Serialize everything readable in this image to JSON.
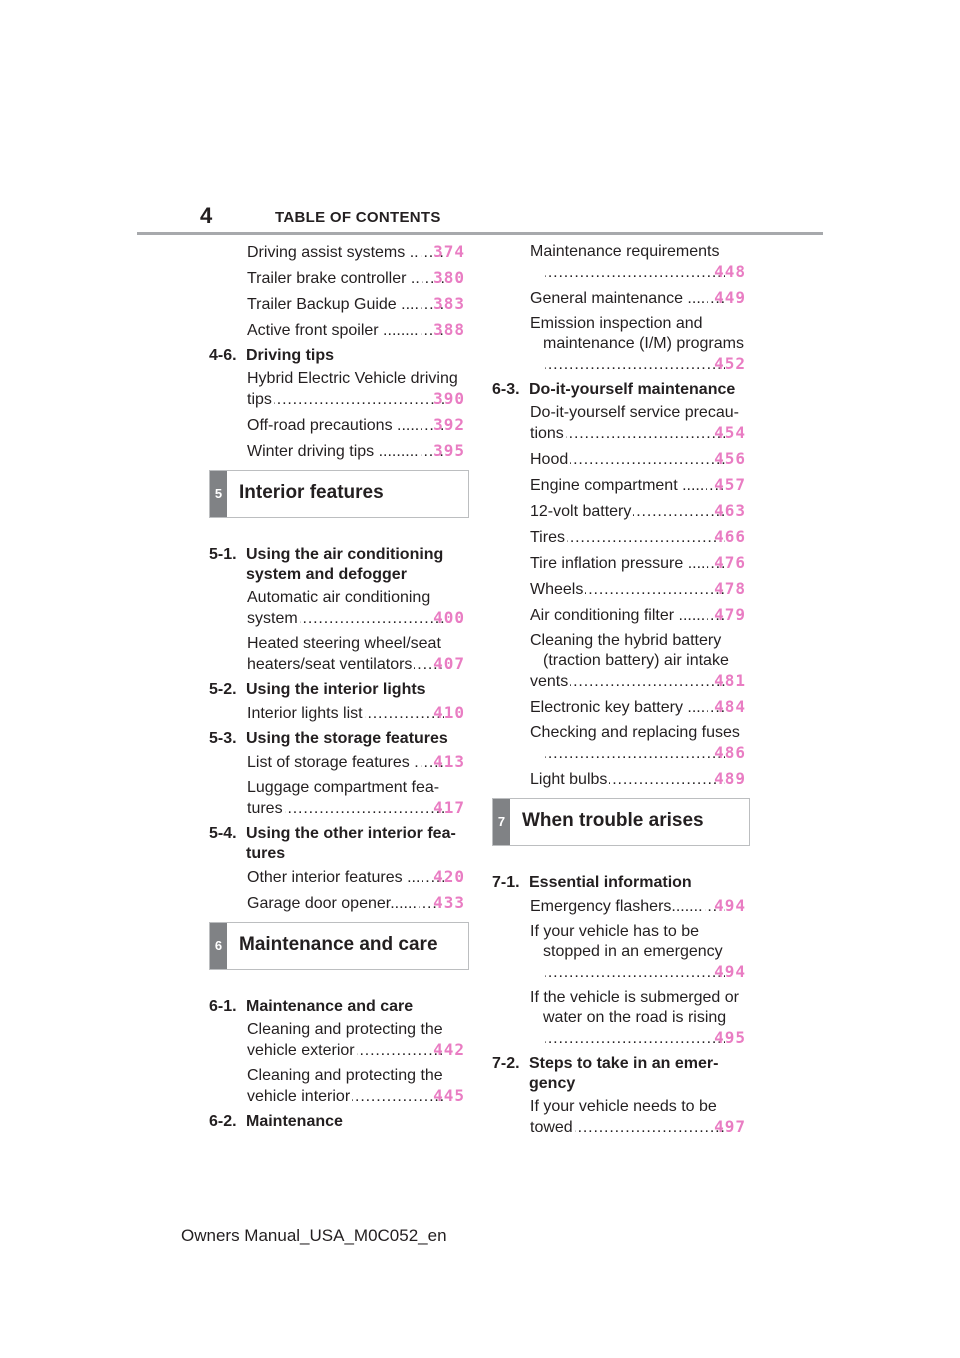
{
  "header": {
    "page_number": "4",
    "title": "TABLE OF CONTENTS"
  },
  "footer": {
    "text": "Owners Manual_USA_M0C052_en"
  },
  "left_column": [
    {
      "type": "entry",
      "lines": [
        "Driving assist systems .."
      ],
      "page": "374"
    },
    {
      "type": "entry",
      "lines": [
        "Trailer brake controller .."
      ],
      "page": "380"
    },
    {
      "type": "entry",
      "lines": [
        "Trailer Backup Guide ...."
      ],
      "page": "383"
    },
    {
      "type": "entry",
      "lines": [
        "Active front spoiler ........"
      ],
      "page": "388"
    },
    {
      "type": "sub",
      "num": "4-6.",
      "text": "Driving tips"
    },
    {
      "type": "entry",
      "lines": [
        "Hybrid Electric Vehicle driving",
        "tips"
      ],
      "page": "390"
    },
    {
      "type": "entry",
      "lines": [
        "Off-road precautions ....."
      ],
      "page": "392"
    },
    {
      "type": "entry",
      "lines": [
        "Winter driving tips ........."
      ],
      "page": "395"
    },
    {
      "type": "chapter",
      "num": "5",
      "title": "Interior features"
    },
    {
      "type": "sub",
      "num": "5-1.",
      "text": "Using the air conditioning system and defogger"
    },
    {
      "type": "entry",
      "lines": [
        "Automatic air conditioning",
        "system"
      ],
      "page": "400"
    },
    {
      "type": "entry",
      "lines": [
        "Heated steering wheel/seat",
        "heaters/seat ventilators"
      ],
      "page": "407"
    },
    {
      "type": "sub",
      "num": "5-2.",
      "text": "Using the interior lights"
    },
    {
      "type": "entry",
      "lines": [
        "Interior lights list"
      ],
      "page": "410"
    },
    {
      "type": "sub",
      "num": "5-3.",
      "text": "Using the storage features"
    },
    {
      "type": "entry",
      "lines": [
        "List of storage features ."
      ],
      "page": "413"
    },
    {
      "type": "entry",
      "lines": [
        "Luggage compartment fea-",
        "tures"
      ],
      "page": "417"
    },
    {
      "type": "sub",
      "num": "5-4.",
      "text": "Using the other interior fea-tures"
    },
    {
      "type": "entry",
      "lines": [
        "Other interior features ..."
      ],
      "page": "420"
    },
    {
      "type": "entry",
      "lines": [
        "Garage door opener......"
      ],
      "page": "433"
    },
    {
      "type": "chapter",
      "num": "6",
      "title": "Maintenance and care"
    },
    {
      "type": "sub",
      "num": "6-1.",
      "text": "Maintenance and care"
    },
    {
      "type": "entry",
      "lines": [
        "Cleaning and protecting the",
        "vehicle exterior"
      ],
      "page": "442"
    },
    {
      "type": "entry",
      "lines": [
        "Cleaning and protecting the",
        "vehicle interior"
      ],
      "page": "445"
    },
    {
      "type": "sub",
      "num": "6-2.",
      "text": "Maintenance"
    }
  ],
  "right_column": [
    {
      "type": "entry",
      "lines": [
        "Maintenance requirements",
        ""
      ],
      "page": "448"
    },
    {
      "type": "entry",
      "lines": [
        "General maintenance ...."
      ],
      "page": "449"
    },
    {
      "type": "entry",
      "lines": [
        "Emission inspection and",
        "maintenance (I/M) programs",
        ""
      ],
      "page": "452"
    },
    {
      "type": "sub",
      "num": "6-3.",
      "text": "Do-it-yourself maintenance"
    },
    {
      "type": "entry",
      "lines": [
        "Do-it-yourself service precau-",
        "tions"
      ],
      "page": "454"
    },
    {
      "type": "entry",
      "lines": [
        "Hood"
      ],
      "page": "456"
    },
    {
      "type": "entry",
      "lines": [
        "Engine compartment ....."
      ],
      "page": "457"
    },
    {
      "type": "entry",
      "lines": [
        "12-volt battery"
      ],
      "page": "463"
    },
    {
      "type": "entry",
      "lines": [
        "Tires"
      ],
      "page": "466"
    },
    {
      "type": "entry",
      "lines": [
        "Tire inflation pressure ...."
      ],
      "page": "476"
    },
    {
      "type": "entry",
      "lines": [
        "Wheels"
      ],
      "page": "478"
    },
    {
      "type": "entry",
      "lines": [
        "Air conditioning filter ......"
      ],
      "page": "479"
    },
    {
      "type": "entry",
      "lines": [
        "Cleaning the hybrid battery",
        "(traction battery) air intake",
        "vents"
      ],
      "page": "481"
    },
    {
      "type": "entry",
      "lines": [
        "Electronic key battery ...."
      ],
      "page": "484"
    },
    {
      "type": "entry",
      "lines": [
        "Checking and replacing fuses",
        ""
      ],
      "page": "486"
    },
    {
      "type": "entry",
      "lines": [
        "Light bulbs"
      ],
      "page": "489"
    },
    {
      "type": "chapter",
      "num": "7",
      "title": "When trouble arises"
    },
    {
      "type": "sub",
      "num": "7-1.",
      "text": "Essential information"
    },
    {
      "type": "entry",
      "lines": [
        "Emergency flashers......."
      ],
      "page": "494"
    },
    {
      "type": "entry",
      "lines": [
        "If your vehicle has to be",
        "stopped in an emergency",
        ""
      ],
      "page": "494"
    },
    {
      "type": "entry",
      "lines": [
        "If the vehicle is submerged or",
        "water on the road is rising",
        ""
      ],
      "page": "495"
    },
    {
      "type": "sub",
      "num": "7-2.",
      "text": "Steps to take in an emer-gency"
    },
    {
      "type": "entry",
      "lines": [
        "If your vehicle needs to be",
        "towed"
      ],
      "page": "497"
    }
  ]
}
